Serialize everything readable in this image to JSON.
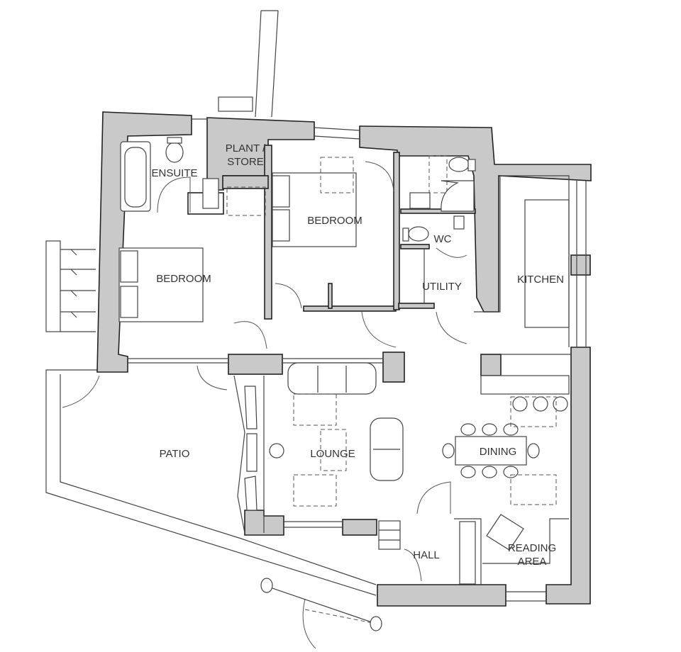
{
  "rooms": {
    "ensuite": "ENSUITE",
    "plant_line1": "PLANT /",
    "plant_line2": "STORE",
    "bedroom_top": "BEDROOM",
    "bedroom_left": "BEDROOM",
    "wc": "WC",
    "utility": "UTILITY",
    "kitchen": "KITCHEN",
    "patio": "PATIO",
    "lounge": "LOUNGE",
    "dining": "DINING",
    "hall": "HALL",
    "reading_line1": "READING",
    "reading_line2": "AREA"
  },
  "colors": {
    "wall": "#c9c9c9",
    "line": "#222222",
    "background": "#ffffff"
  }
}
